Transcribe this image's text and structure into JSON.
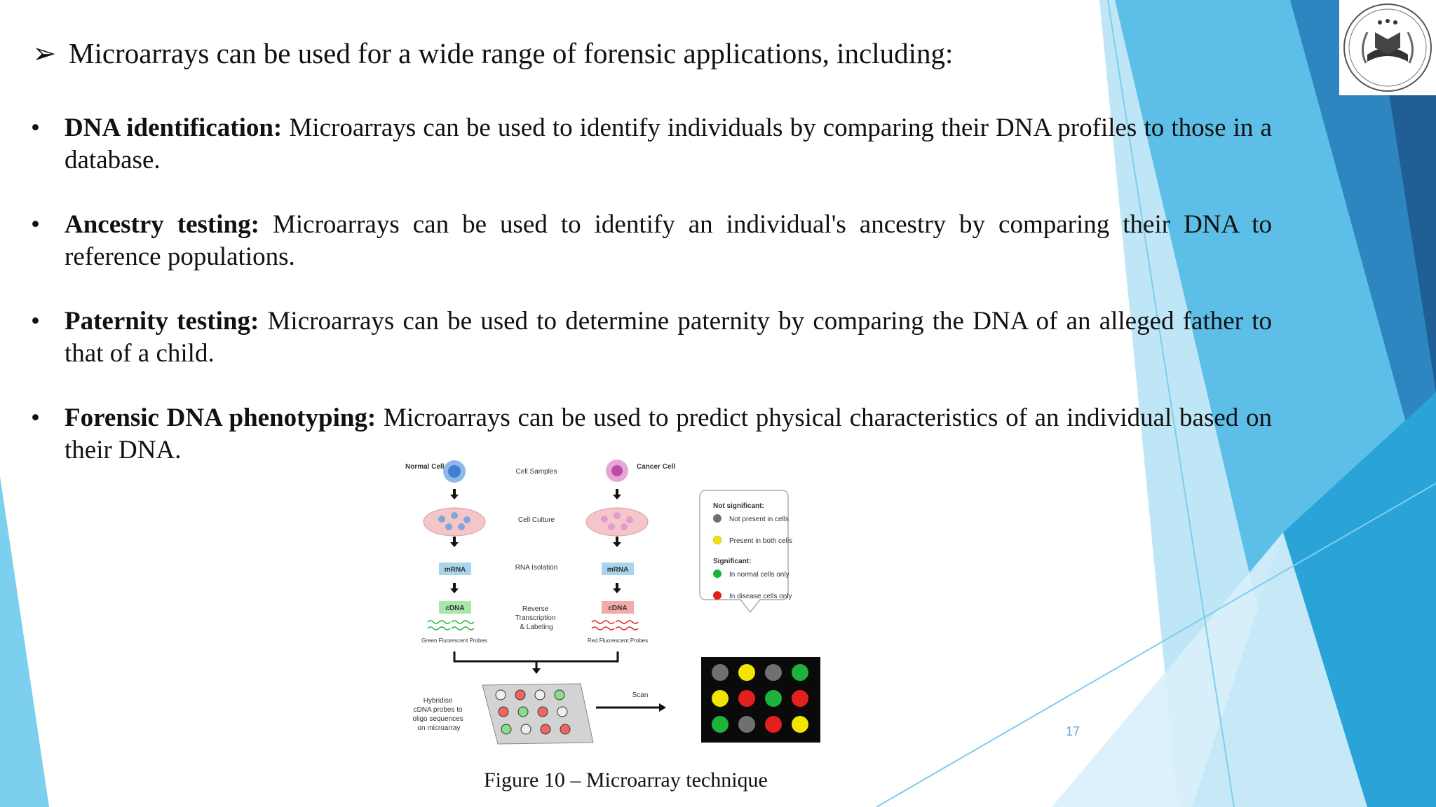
{
  "heading": {
    "arrow": "➢",
    "text": "Microarrays can be used for a wide range of forensic applications, including:"
  },
  "bullets": [
    {
      "bullet": "•",
      "term": "DNA identification:",
      "text": " Microarrays can be used to identify individuals by comparing their DNA profiles to those in a database."
    },
    {
      "bullet": "•",
      "term": "Ancestry testing:",
      "text": " Microarrays can be used to identify an individual's ancestry by comparing their DNA to reference populations."
    },
    {
      "bullet": "•",
      "term": "Paternity testing:",
      "text": " Microarrays can be used to determine paternity by comparing the DNA of an alleged father to that of a child."
    },
    {
      "bullet": "•",
      "term": "Forensic DNA phenotyping:",
      "text": " Microarrays can be used to predict physical characteristics of an individual based on their DNA."
    }
  ],
  "figure": {
    "normal_cell": "Normal Cell",
    "cancer_cell": "Cancer Cell",
    "cell_samples": "Cell Samples",
    "cell_culture": "Cell Culture",
    "rna_isolation": "RNA Isolation",
    "mrna": "mRNA",
    "cdna": "cDNA",
    "reverse_transcription": [
      "Reverse",
      "Transcription",
      "& Labeling"
    ],
    "green_probes": "Green Fluorescent Probes",
    "red_probes": "Red Fluorescent Probes",
    "hybridise": [
      "Hybridise",
      "cDNA probes to",
      "oligo sequences",
      "on microarray"
    ],
    "scan": "Scan",
    "legend": {
      "not_significant": "Not significant:",
      "not_present": "Not present in cells",
      "present_both": "Present in both cells",
      "significant": "Significant:",
      "normal_only": "In normal cells only",
      "disease_only": "In disease cells only"
    },
    "colors": {
      "grey": "#707070",
      "yellow": "#f2e600",
      "green": "#1db33a",
      "red": "#e3201b"
    },
    "grid": [
      [
        "grey",
        "yellow",
        "grey",
        "green"
      ],
      [
        "yellow",
        "red",
        "green",
        "red"
      ],
      [
        "green",
        "grey",
        "red",
        "yellow"
      ]
    ]
  },
  "caption": "Figure 10 – Microarray technique",
  "page_number": "17"
}
